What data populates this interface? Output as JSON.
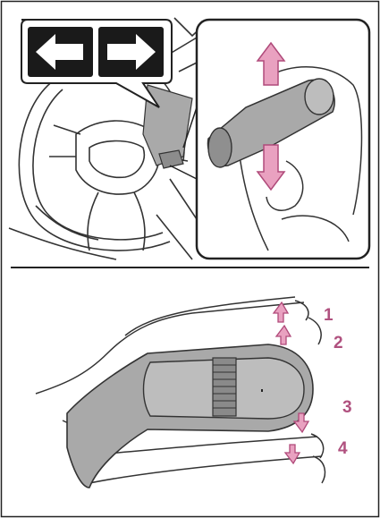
{
  "colors": {
    "arrow_pink": "#e9a1c0",
    "arrow_stroke": "#b04a7a",
    "label_color": "#b0517f",
    "indicator_bg": "#1a1a1a",
    "panel_border": "#222222",
    "shading": "#a9a9a9"
  },
  "top_panel": {
    "indicator_icons": [
      "left-turn-arrow-icon",
      "right-turn-arrow-icon"
    ],
    "inset_arrows": [
      "up-arrow-icon",
      "down-arrow-icon"
    ]
  },
  "bottom_panel": {
    "positions": [
      {
        "label": "1",
        "direction": "up"
      },
      {
        "label": "2",
        "direction": "up"
      },
      {
        "label": "3",
        "direction": "down"
      },
      {
        "label": "4",
        "direction": "down"
      }
    ]
  }
}
